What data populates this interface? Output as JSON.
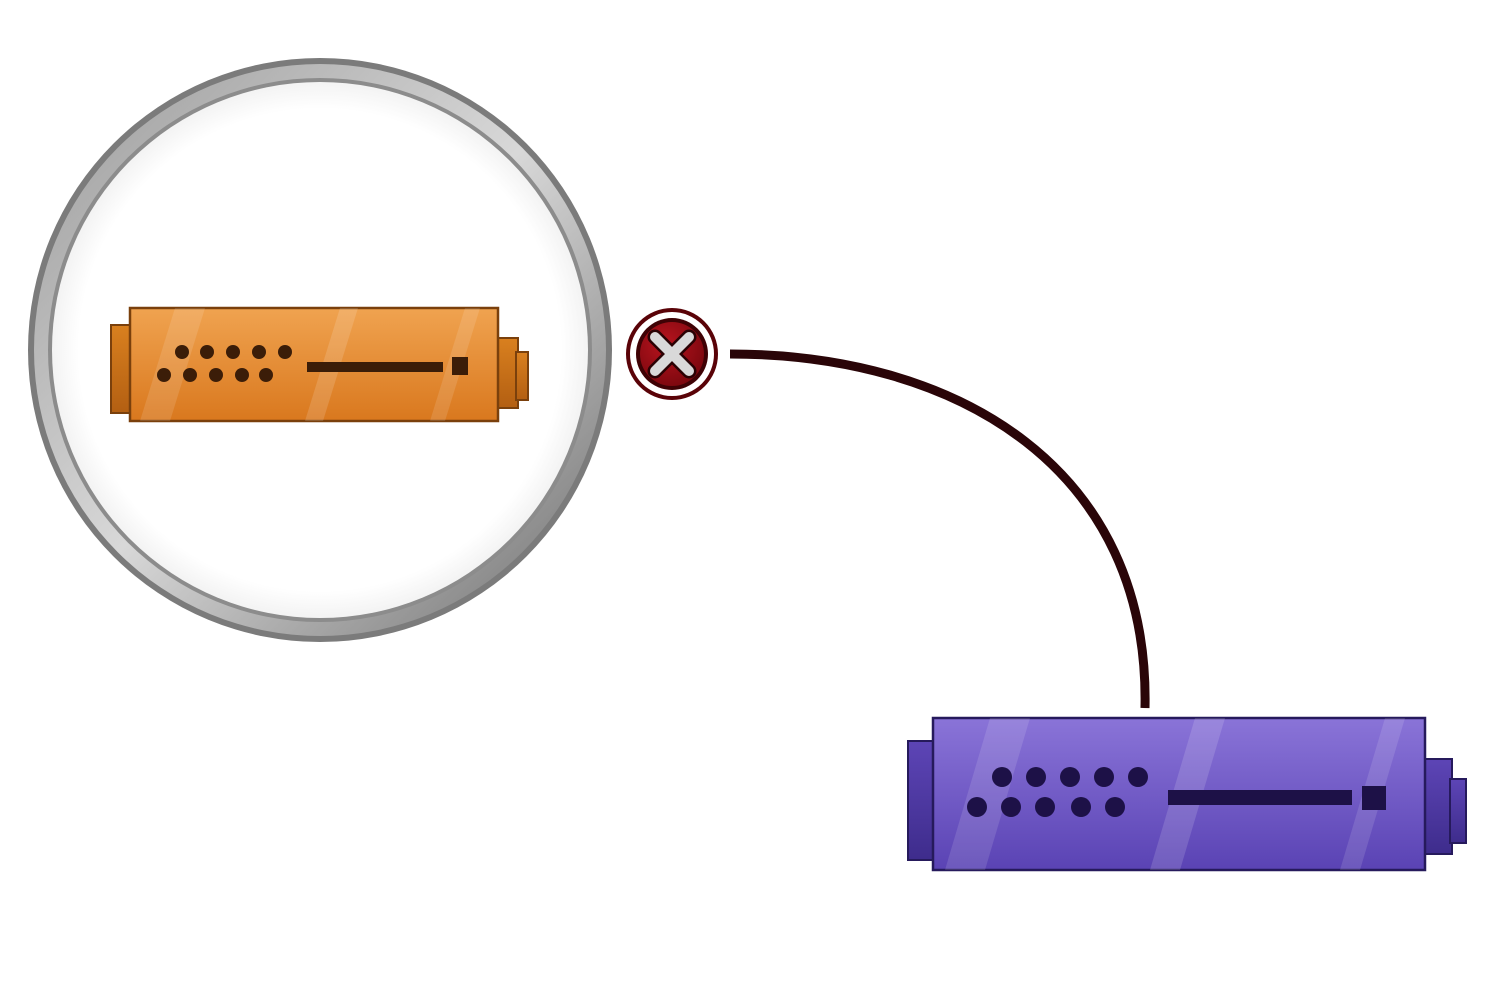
{
  "diagram": {
    "connection_status": "disconnected",
    "status_icon": "error-x-icon",
    "nodes": [
      {
        "id": "device-a",
        "kind": "rack-unit",
        "color": "#E8892A",
        "highlighted": true
      },
      {
        "id": "device-b",
        "kind": "rack-unit",
        "color": "#6E55C4",
        "highlighted": false
      }
    ],
    "colors": {
      "lens_ring": "#8A8A8A",
      "link": "#2A0508",
      "error_badge": "#8E0A12",
      "error_badge_ring": "#5A0308"
    }
  }
}
